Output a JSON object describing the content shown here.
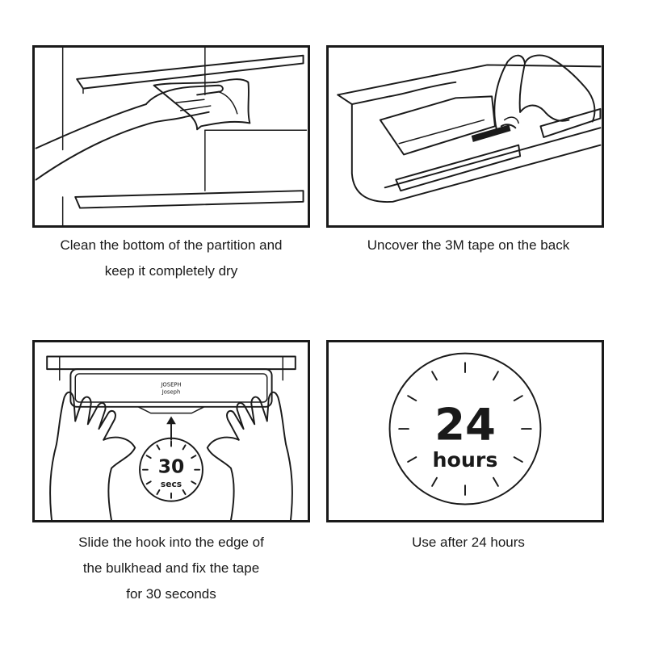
{
  "steps": [
    {
      "caption_line1": "Clean the bottom of the partition and",
      "caption_line2": "keep it completely dry",
      "caption_line3": ""
    },
    {
      "caption_line1": "Uncover the 3M tape on the back",
      "caption_line2": "",
      "caption_line3": ""
    },
    {
      "caption_line1": "Slide the hook into the edge of",
      "caption_line2": "the bulkhead and fix the tape",
      "caption_line3": "for 30 seconds"
    },
    {
      "caption_line1": "Use after 24 hours",
      "caption_line2": "",
      "caption_line3": ""
    }
  ],
  "timer": {
    "number": "30",
    "unit": "secs"
  },
  "clock": {
    "number": "24",
    "unit": "hours"
  },
  "logo": {
    "line1": "JOSEPH",
    "line2": "Joseph"
  },
  "colors": {
    "line": "#1a1a1a",
    "background": "#ffffff"
  }
}
